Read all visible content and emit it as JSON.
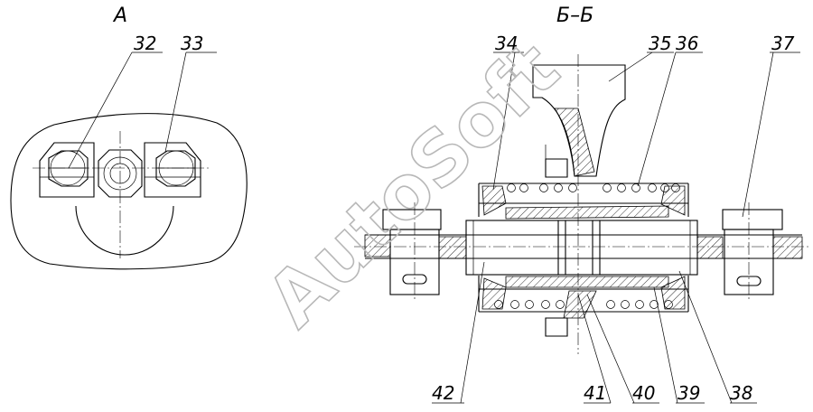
{
  "views": {
    "a": {
      "title": "А",
      "labels": [
        "32",
        "33"
      ]
    },
    "bb": {
      "title": "Б–Б",
      "labels": [
        "34",
        "35",
        "36",
        "37",
        "42",
        "41",
        "40",
        "39",
        "38"
      ]
    }
  },
  "watermark": "AutoSoft"
}
